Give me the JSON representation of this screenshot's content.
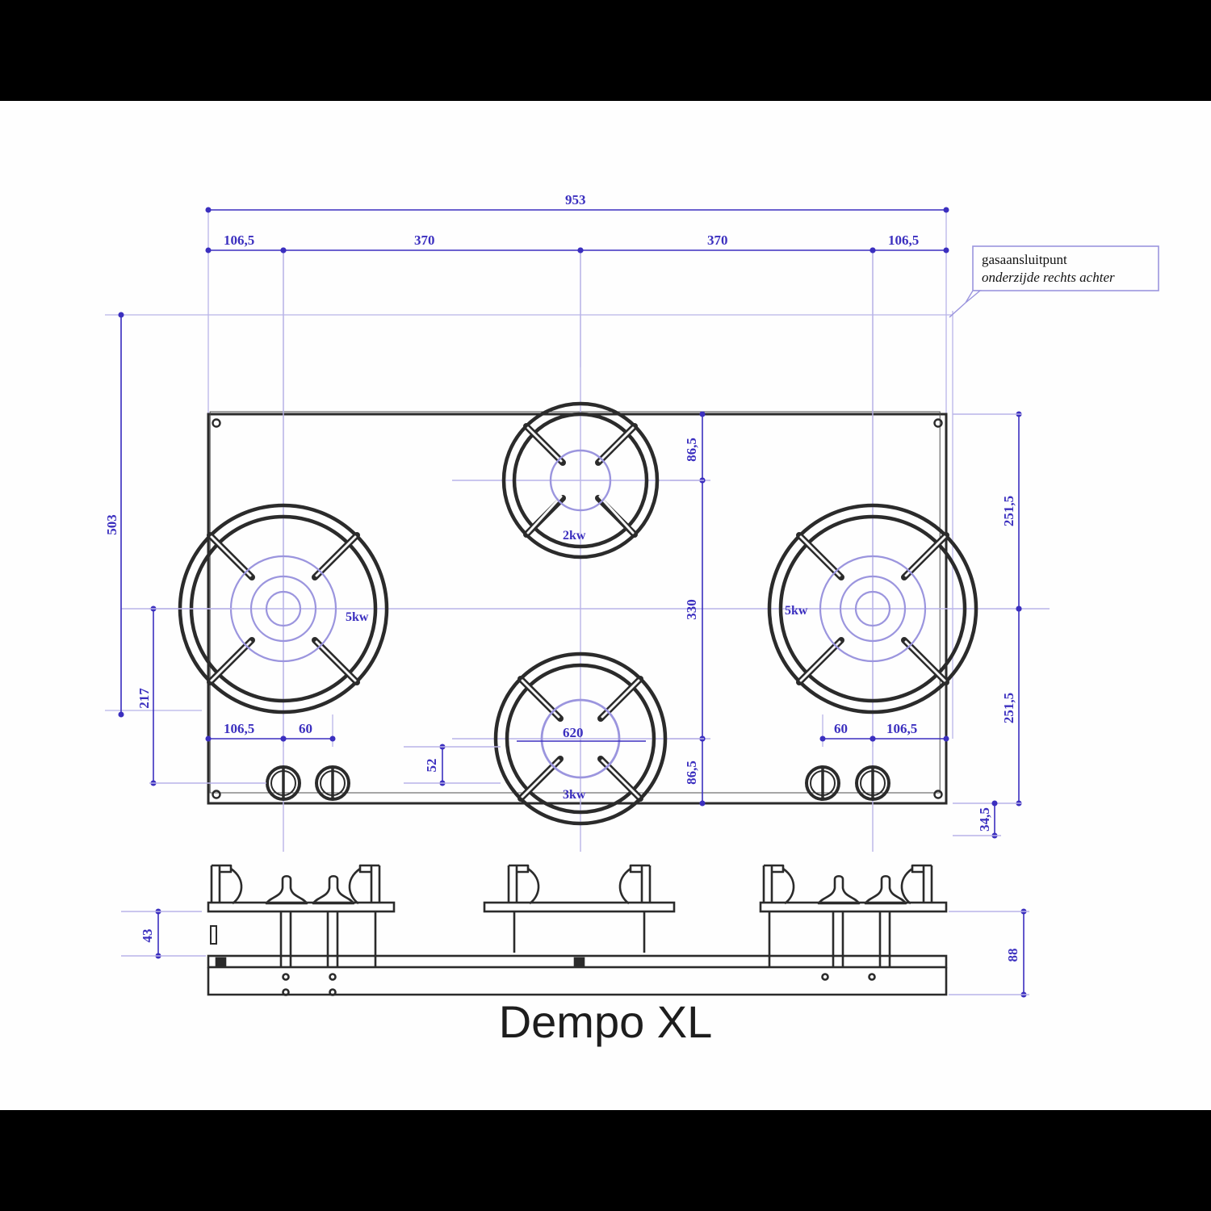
{
  "page": {
    "background": "#000000",
    "sheet_background": "#fefefe",
    "title": "Dempo XL",
    "dimension_color": "#3b2fbf",
    "outline_color": "#2b2b2b"
  },
  "callout": {
    "name": "gas-connection-callout",
    "line1": "gasaansluitpunt",
    "line2": "onderzijde rechts achter"
  },
  "burners": [
    {
      "id": "left",
      "label": "5kw"
    },
    {
      "id": "top",
      "label": "2kw"
    },
    {
      "id": "right",
      "label": "5kw"
    },
    {
      "id": "bottom",
      "label": "3kw"
    }
  ],
  "dimensions": {
    "overall_width": "953",
    "top_row": [
      "106,5",
      "370",
      "370",
      "106,5"
    ],
    "bottom_row_left": [
      "106,5",
      "60"
    ],
    "bottom_row_center": "620",
    "bottom_row_right": [
      "60",
      "106,5"
    ],
    "overall_height": "503",
    "left_inner": "217",
    "right_upper": "251,5",
    "right_lower": "251,5",
    "center_upper": "86,5",
    "center_middle": "330",
    "center_lower": "86,5",
    "knob_offset": "52",
    "rear_offset": "34,5",
    "section_top_height": "43",
    "section_total_height": "88"
  }
}
